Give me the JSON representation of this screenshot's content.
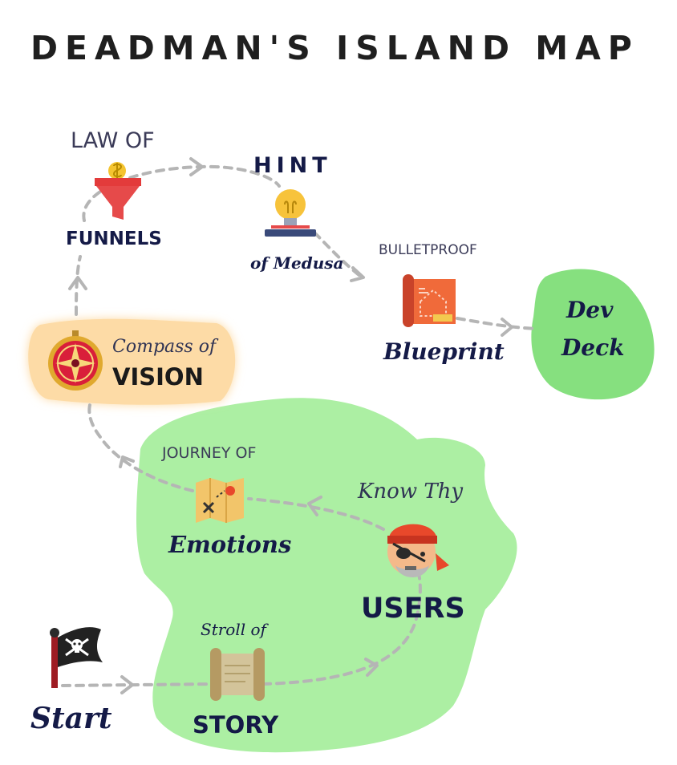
{
  "title": "DEADMAN'S ISLAND MAP",
  "stops": {
    "start": {
      "label": "Start",
      "icon": "pirate-flag-icon"
    },
    "story": {
      "top": "Stroll of",
      "bottom": "STORY",
      "icon": "scroll-icon"
    },
    "users": {
      "top": "Know Thy",
      "bottom": "USERS",
      "icon": "pirate-icon"
    },
    "emotions": {
      "top": "JOURNEY OF",
      "bottom": "Emotions",
      "icon": "treasure-map-icon"
    },
    "vision": {
      "top": "Compass of",
      "bottom": "VISION",
      "icon": "compass-icon"
    },
    "funnels": {
      "top": "LAW OF",
      "bottom": "FUNNELS",
      "icon": "funnel-icon"
    },
    "hint": {
      "top": "HINT",
      "bottom": "of Medusa",
      "icon": "lightbulb-icon"
    },
    "blueprint": {
      "top": "BULLETPROOF",
      "bottom": "Blueprint",
      "icon": "blueprint-icon"
    },
    "devdeck": {
      "line1": "Dev",
      "line2": "Deck"
    }
  },
  "colors": {
    "island_green": "#acefa3",
    "deck_green": "#86e07f",
    "vision_glow": "#fddba6",
    "path_gray": "#b5b5b5",
    "label_navy": "#141a47"
  }
}
